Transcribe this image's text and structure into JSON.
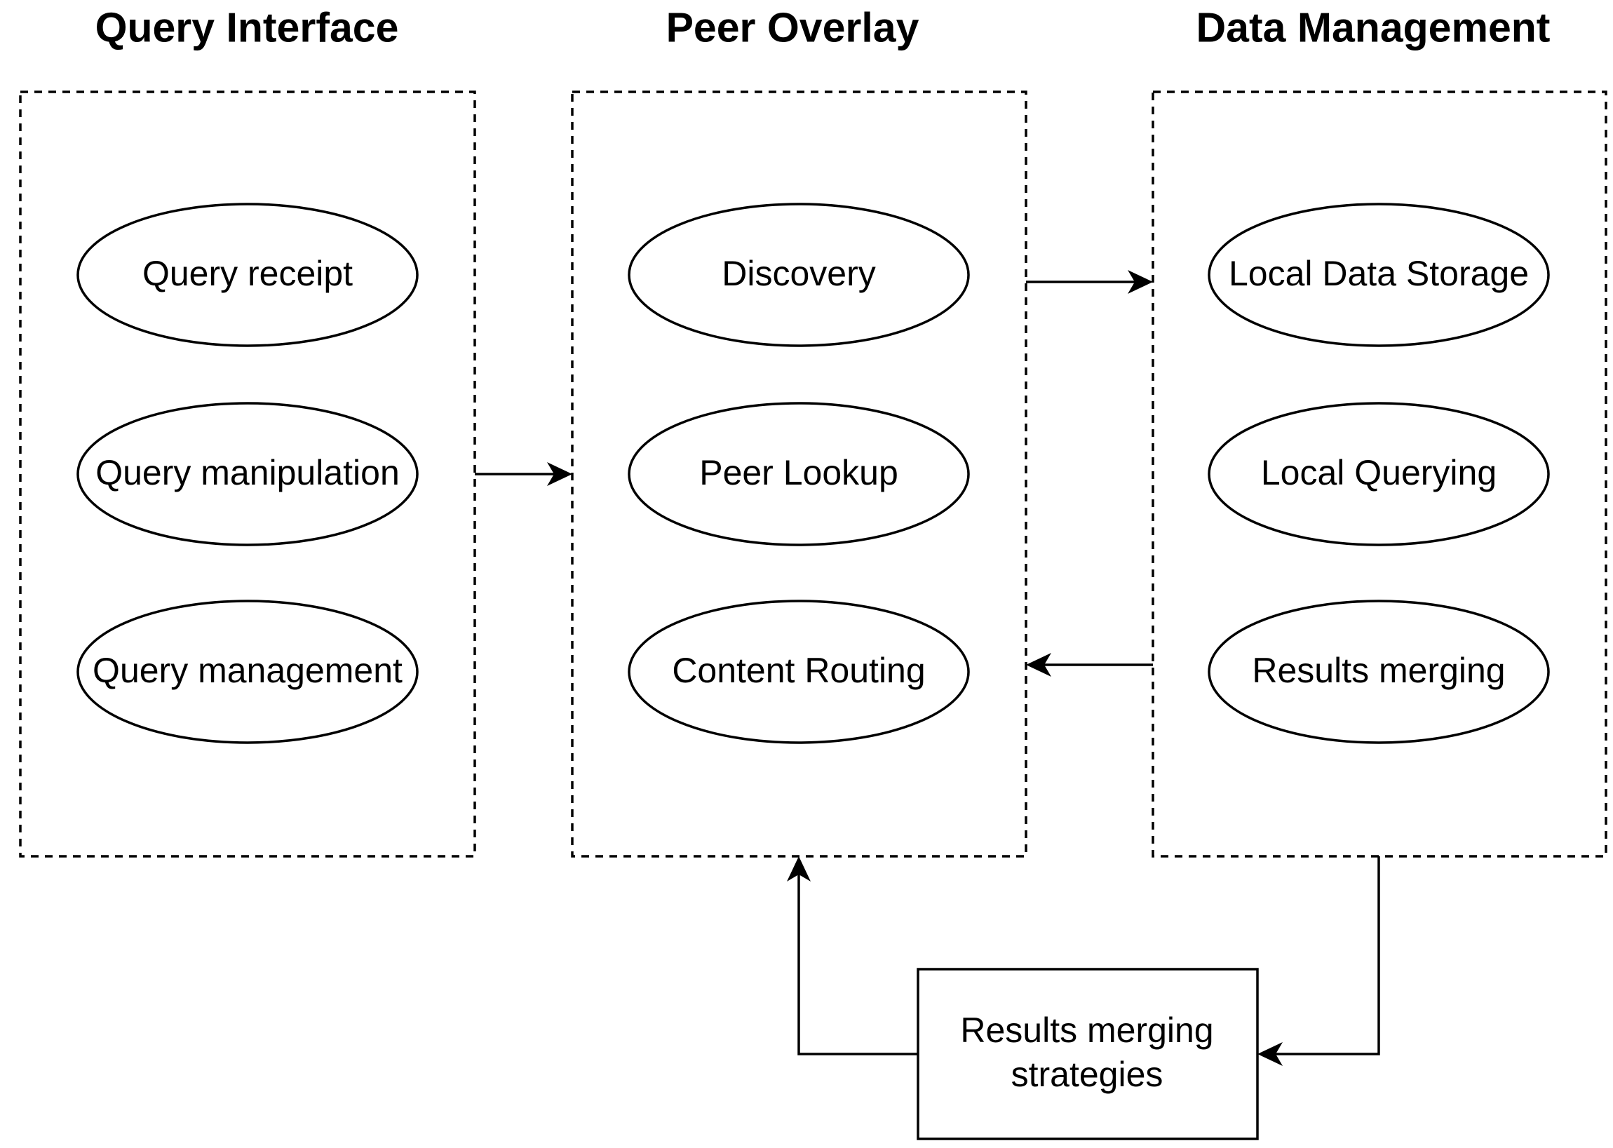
{
  "columns": [
    {
      "title": "Query Interface",
      "nodes": [
        "Query receipt",
        "Query manipulation",
        "Query management"
      ]
    },
    {
      "title": "Peer Overlay",
      "nodes": [
        "Discovery",
        "Peer Lookup",
        "Content Routing"
      ]
    },
    {
      "title": "Data Management",
      "nodes": [
        "Local Data Storage",
        "Local Querying",
        "Results merging"
      ]
    }
  ],
  "strategy_box": {
    "line1": "Results merging",
    "line2": "strategies"
  },
  "colors": {
    "stroke": "#000000",
    "background": "#ffffff",
    "text": "#000000"
  }
}
